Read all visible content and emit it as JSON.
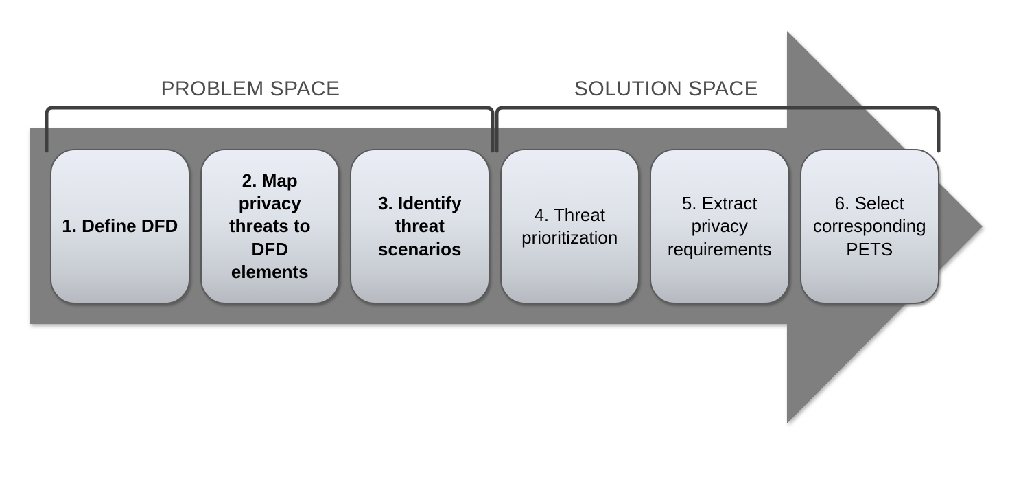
{
  "diagram": {
    "title_hint": "privacy threat modeling process flow",
    "problem_space": {
      "label": "PROBLEM SPACE"
    },
    "solution_space": {
      "label": "SOLUTION SPACE"
    },
    "steps": [
      {
        "label": "1. Define DFD",
        "bold": true,
        "space": "problem"
      },
      {
        "label": "2. Map\nprivacy\nthreats to\nDFD\nelements",
        "bold": true,
        "space": "problem"
      },
      {
        "label": "3. Identify\nthreat\nscenarios",
        "bold": true,
        "space": "problem"
      },
      {
        "label": "4. Threat\nprioritization",
        "bold": false,
        "space": "solution"
      },
      {
        "label": "5. Extract\nprivacy\nrequirements",
        "bold": false,
        "space": "solution"
      },
      {
        "label": "6. Select\ncorresponding\nPETS",
        "bold": false,
        "space": "solution"
      }
    ],
    "colors": {
      "background": "#ffffff",
      "arrow": "#7f7f7f",
      "bracket": "#3f3f3f",
      "label_text": "#4d4d4d",
      "step_text": "#000000",
      "step_gradient_top": "#eaedf5",
      "step_gradient_bottom": "#b6bac0",
      "step_border": "#5a5a5a"
    }
  }
}
